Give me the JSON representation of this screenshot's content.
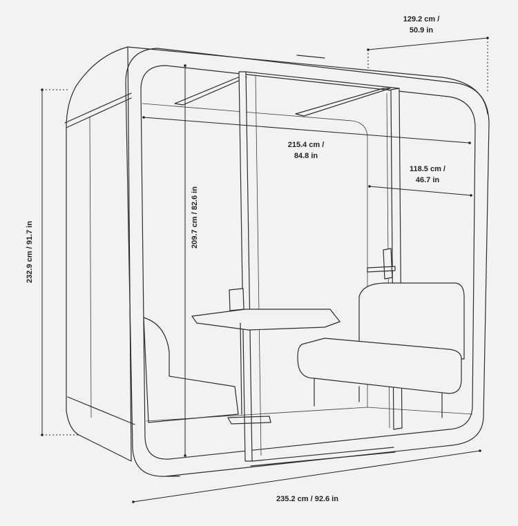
{
  "dimensions": {
    "depth_outer": {
      "line1": "129.2 cm /",
      "line2": "50.9 in"
    },
    "width_inner": {
      "line1": "215.4 cm /",
      "line2": "84.8 in"
    },
    "depth_inner": {
      "line1": "118.5 cm /",
      "line2": "46.7 in"
    },
    "height_inner": "209.7 cm / 82.6 in",
    "height_outer": "232.9 cm / 91.7 in",
    "width_outer": "235.2 cm / 92.6 in"
  },
  "colors": {
    "background": "#f1f2f4",
    "line": "#2b2b2b"
  }
}
